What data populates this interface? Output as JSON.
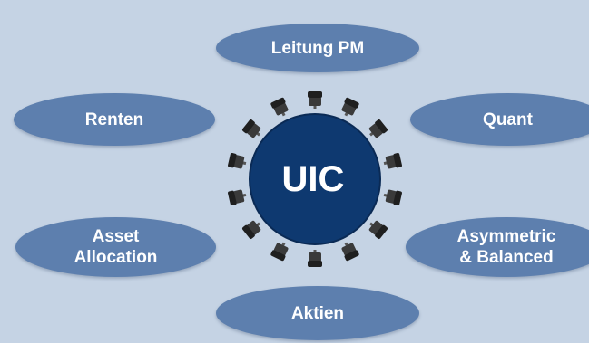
{
  "diagram": {
    "center": {
      "label": "UIC"
    },
    "nodes": {
      "leitung_pm": "Leitung PM",
      "quant": "Quant",
      "asymmetric": [
        "Asymmetric",
        "& Balanced"
      ],
      "aktien": "Aktien",
      "asset_allocation": [
        "Asset",
        "Allocation"
      ],
      "renten": "Renten"
    }
  },
  "colors": {
    "background": "#c5d3e4",
    "ellipse": "#5d7fae",
    "table": "#0e3970",
    "chair": "#2b2b2b"
  }
}
